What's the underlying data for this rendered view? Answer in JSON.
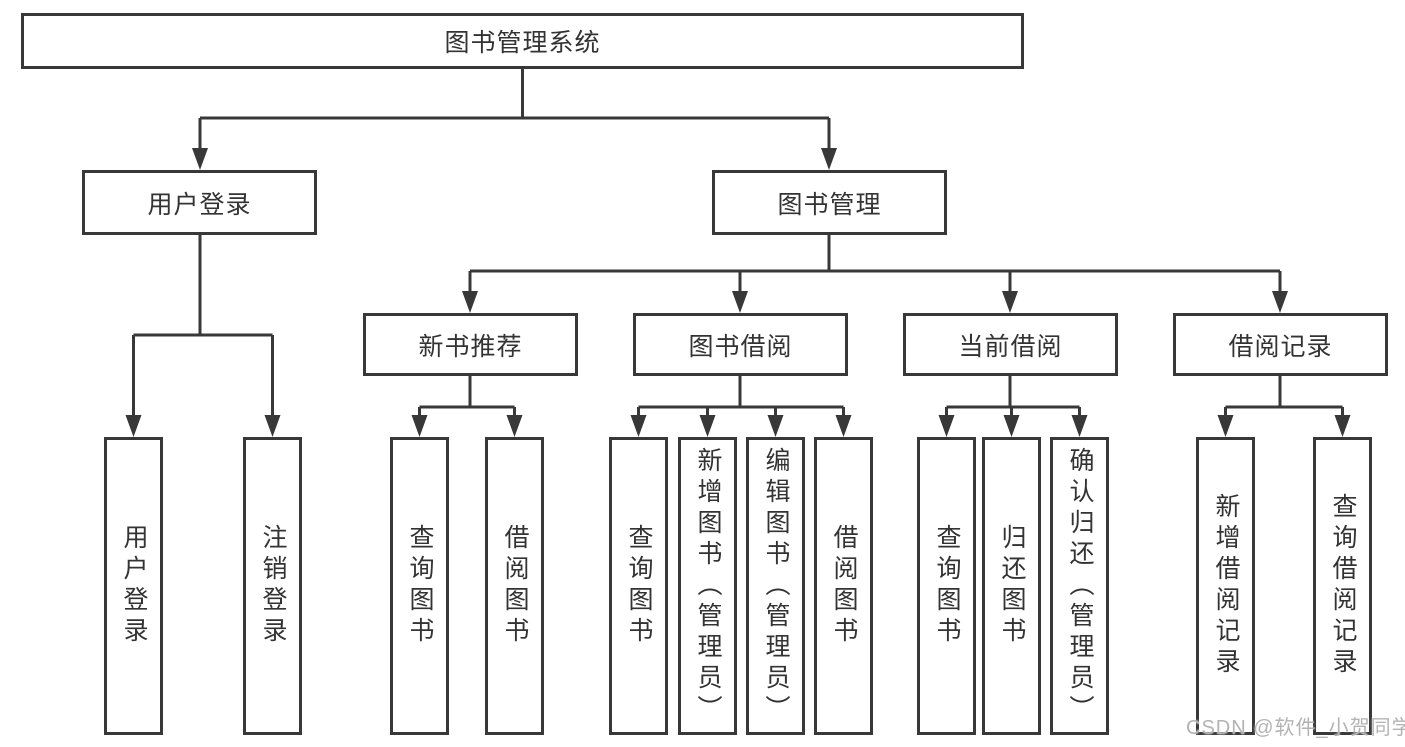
{
  "diagram_title": "图书管理系统",
  "tree": {
    "label": "图书管理系统",
    "children": [
      {
        "label": "用户登录",
        "children": [
          {
            "label": "用户登录"
          },
          {
            "label": "注销登录"
          }
        ]
      },
      {
        "label": "图书管理",
        "children": [
          {
            "label": "新书推荐",
            "children": [
              {
                "label": "查询图书"
              },
              {
                "label": "借阅图书"
              }
            ]
          },
          {
            "label": "图书借阅",
            "children": [
              {
                "label": "查询图书"
              },
              {
                "label": "新增图书（管理员）"
              },
              {
                "label": "编辑图书（管理员）"
              },
              {
                "label": "借阅图书"
              }
            ]
          },
          {
            "label": "当前借阅",
            "children": [
              {
                "label": "查询图书"
              },
              {
                "label": "归还图书"
              },
              {
                "label": "确认归还（管理员）"
              }
            ]
          },
          {
            "label": "借阅记录",
            "children": [
              {
                "label": "新增借阅记录"
              },
              {
                "label": "查询借阅记录"
              }
            ]
          }
        ]
      }
    ]
  },
  "watermark": "CSDN @软件_小贺同学",
  "colors": {
    "line": "#383838",
    "box_border": "#383838",
    "text": "#333333",
    "background": "#ffffff",
    "watermark": "#b3b3b3"
  }
}
